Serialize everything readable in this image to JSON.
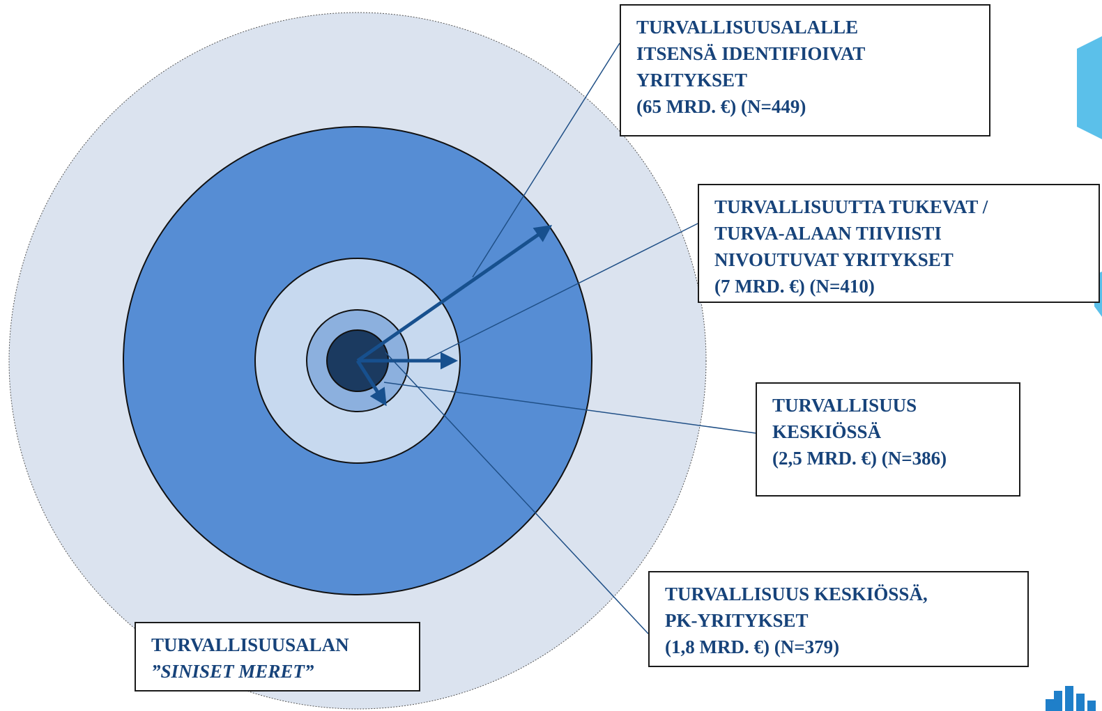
{
  "diagram": {
    "rings": [
      {
        "name": "Turvallisuusalan siniset meret",
        "color": "#dbe3ef"
      },
      {
        "name": "Turvallisuusalalle itsensä identifioivat yritykset",
        "color": "#568dd4"
      },
      {
        "name": "Turvallisuutta tukevat / turva-alaan tiiviisti nivoutuvat yritykset",
        "color": "#c7d9ef"
      },
      {
        "name": "Turvallisuus keskiössä",
        "color": "#8cb0de"
      },
      {
        "name": "Turvallisuus keskiössä, PK-yritykset",
        "color": "#1b3a60"
      }
    ],
    "colors": {
      "arrow": "#17508e",
      "leader": "#1f4f86",
      "text": "#17437a"
    }
  },
  "labels": {
    "outer": {
      "line1": "TURVALLISUUSALAN",
      "line2": "”SINISET MERET”"
    },
    "identify": {
      "line1": "TURVALLISUUSALALLE",
      "line2": "ITSENSÄ IDENTIFIOIVAT",
      "line3": "YRITYKSET",
      "line4": "(65 MRD. €) (N=449)"
    },
    "support": {
      "line1": "TURVALLISUUTTA TUKEVAT /",
      "line2": "TURVA-ALAAN TIIVIISTI",
      "line3": "NIVOUTUVAT YRITYKSET",
      "line4": "(7 MRD. €) (N=410)"
    },
    "core": {
      "line1": "TURVALLISUUS",
      "line2": "KESKIÖSSÄ",
      "line3": "(2,5 MRD. €) (N=386)"
    },
    "sme": {
      "line1": "TURVALLISUUS KESKIÖSSÄ,",
      "line2": "PK-YRITYKSET",
      "line3": "(1,8 MRD. €) (N=379)"
    }
  }
}
